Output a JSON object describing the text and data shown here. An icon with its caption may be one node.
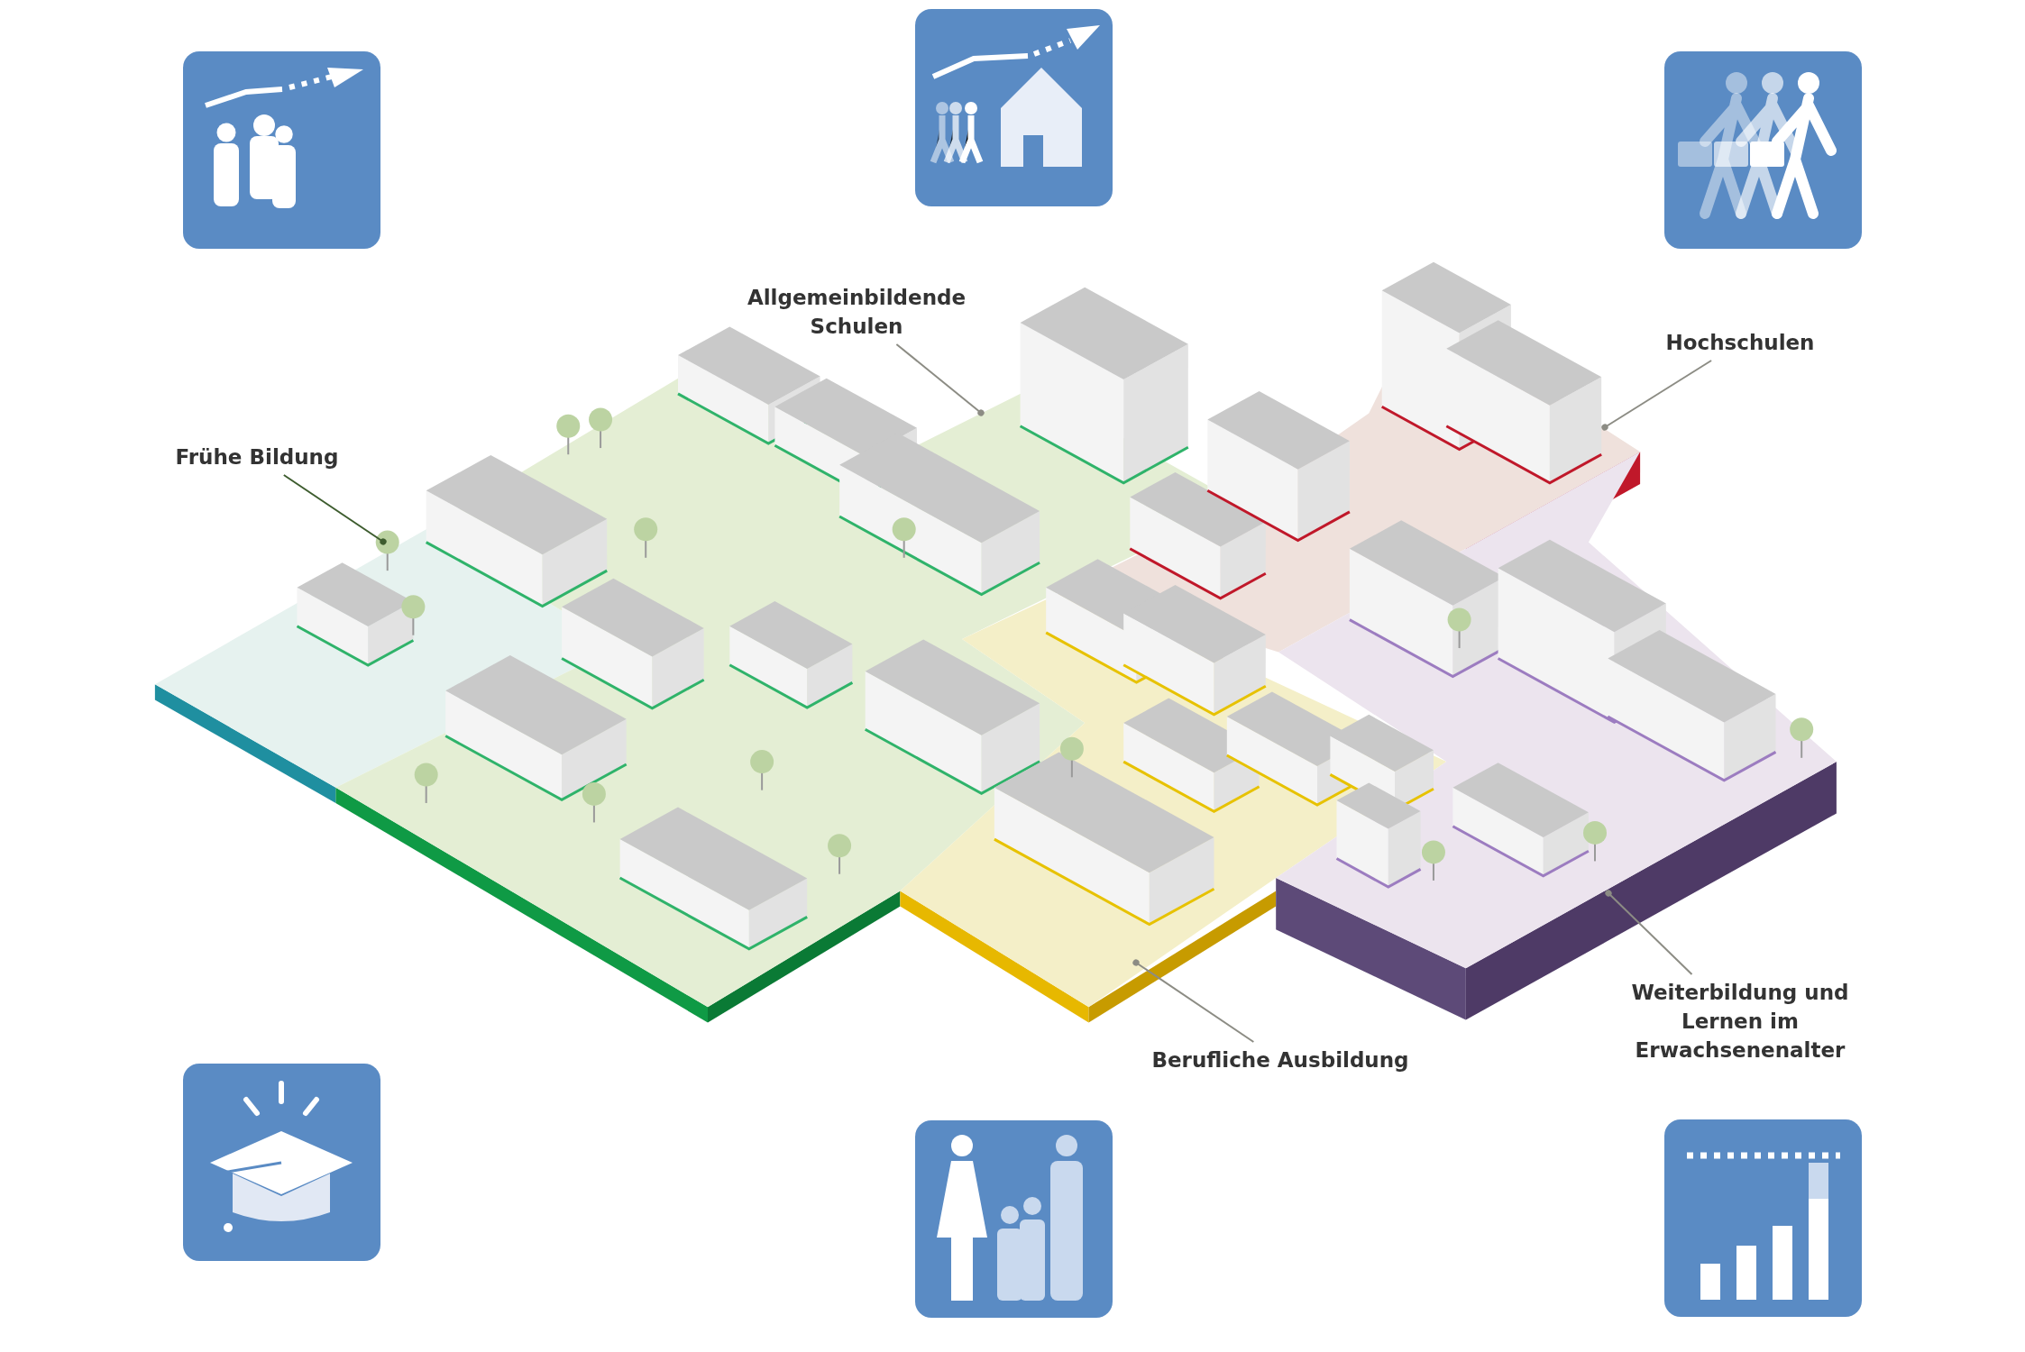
{
  "diagram": {
    "nodes": [
      {
        "text": [
          "Allgemeinbildende Schulen"
        ]
      },
      {
        "text": [
          "Hochschulen"
        ]
      },
      {
        "text": [
          "Frühe Bildung"
        ]
      },
      {
        "text": [
          "Weiterbildung und Lernen im Erwachsenenalter"
        ]
      },
      {
        "text": [
          "Berufliche Ausbildung"
        ]
      }
    ],
    "edges": [
      {
        "from": 0,
        "to": null,
        "arrow": "other"
      },
      {
        "from": 1,
        "to": null,
        "arrow": "other"
      },
      {
        "from": 2,
        "to": null,
        "arrow": "other",
        "color": "#3d5c2e"
      },
      {
        "from": 3,
        "to": null,
        "arrow": "other"
      },
      {
        "from": 4,
        "to": null,
        "arrow": "other"
      }
    ]
  }
}
